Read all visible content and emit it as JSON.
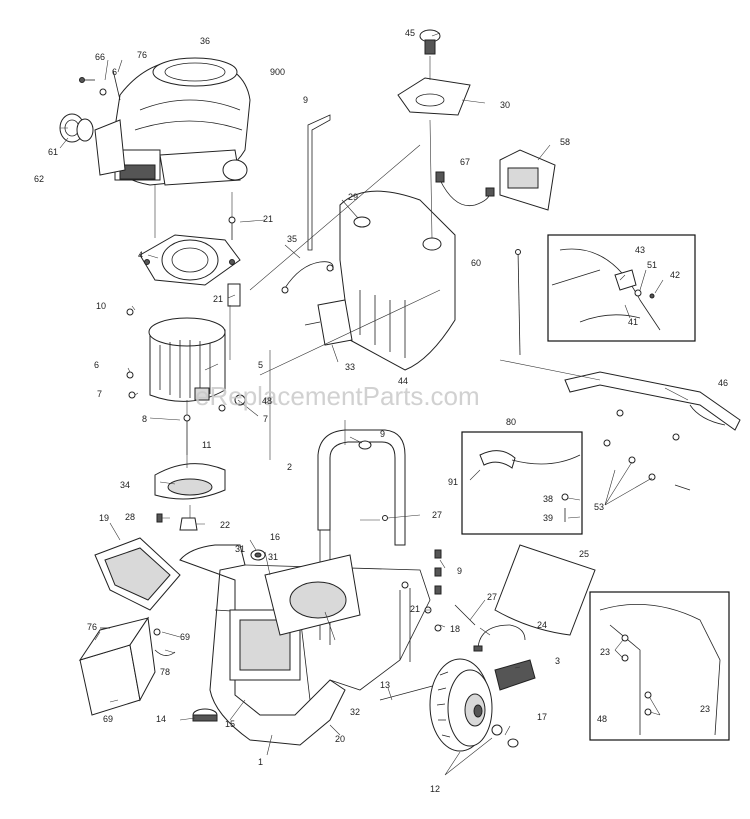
{
  "watermark": "eReplacementParts.com",
  "part_numbers": [
    "66",
    "76",
    "6",
    "36",
    "900",
    "61",
    "62",
    "45",
    "30",
    "9",
    "58",
    "67",
    "29",
    "35",
    "21",
    "4",
    "60",
    "43",
    "51",
    "42",
    "41",
    "10",
    "21",
    "33",
    "6",
    "5",
    "44",
    "46",
    "7",
    "48",
    "7",
    "8",
    "11",
    "9",
    "80",
    "91",
    "53",
    "2",
    "38",
    "39",
    "34",
    "28",
    "22",
    "27",
    "19",
    "16",
    "31",
    "31",
    "9",
    "25",
    "76",
    "69",
    "78",
    "27",
    "18",
    "21",
    "24",
    "3",
    "69",
    "14",
    "15",
    "32",
    "13",
    "23",
    "20",
    "1",
    "17",
    "12",
    "48",
    "23"
  ]
}
